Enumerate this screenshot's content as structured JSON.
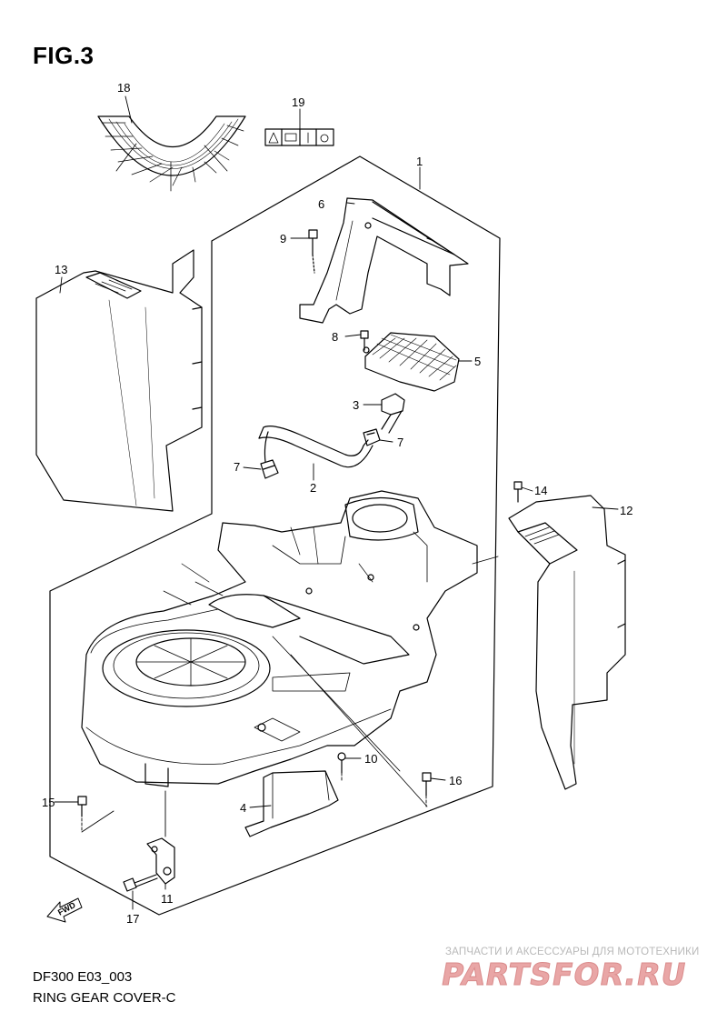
{
  "figure": {
    "title": "FIG.3",
    "code": "DF300 E03_003",
    "name": "RING GEAR COVER-C"
  },
  "callouts": [
    "1",
    "2",
    "3",
    "4",
    "5",
    "6",
    "7",
    "7",
    "8",
    "9",
    "10",
    "11",
    "12",
    "13",
    "14",
    "15",
    "16",
    "17",
    "18",
    "19"
  ],
  "fwd_label": "FWD",
  "watermark": {
    "text": "ЗАПЧАСТИ И АКСЕССУАРЫ ДЛЯ МОТОТЕХНИКИ",
    "logo": "PARTSFOR.RU"
  },
  "colors": {
    "line": "#000000",
    "background": "#ffffff",
    "watermark_logo": "#e9a6a6"
  }
}
